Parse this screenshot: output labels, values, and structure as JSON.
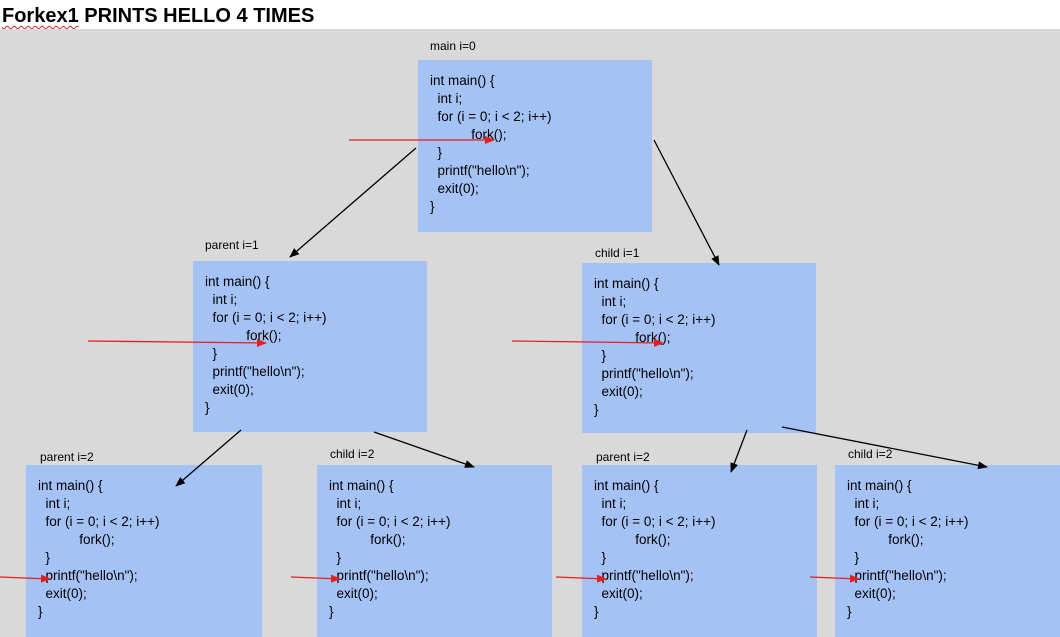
{
  "title": {
    "word1": "Forkex1",
    "rest": "PRINTS HELLO 4 TIMES"
  },
  "code_lines": [
    "int main() {",
    "  int i;",
    "  for (i = 0; i < 2; i++)",
    "           fork();",
    "  }",
    "  printf(\"hello\\n\");",
    "  exit(0);",
    "}"
  ],
  "nodes": [
    {
      "label": "main i=0"
    },
    {
      "label": "parent i=1"
    },
    {
      "label": "child i=1"
    },
    {
      "label": "parent i=2"
    },
    {
      "label": "child i=2"
    },
    {
      "label": "parent i=2"
    },
    {
      "label": "child i=2"
    }
  ],
  "colors": {
    "box": "#a4c2f4",
    "background": "#d9d9d9",
    "pointer_arrow": "#e81d1d",
    "tree_arrow": "#000000"
  }
}
